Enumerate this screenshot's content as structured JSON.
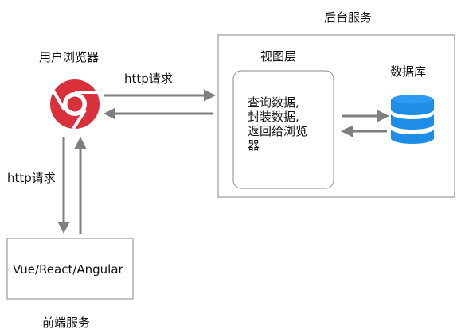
{
  "labels": {
    "backend_title": "后台服务",
    "browser_title": "用户浏览器",
    "view_layer_title": "视图层",
    "view_layer_body": [
      "查询数据,",
      "封装数据,",
      "返回给浏览",
      "器"
    ],
    "database_title": "数据库",
    "http_top": "http请求",
    "http_left": "http请求",
    "frontend_box": "Vue/React/Angular",
    "frontend_title": "前端服务"
  },
  "icons": {
    "browser": "chrome-browser-icon",
    "database": "database-icon"
  },
  "colors": {
    "border": "#8a8a8a",
    "arrow": "#7f7f7f",
    "chrome_red": "#d9303b",
    "db_blue": "#1e8de6"
  }
}
